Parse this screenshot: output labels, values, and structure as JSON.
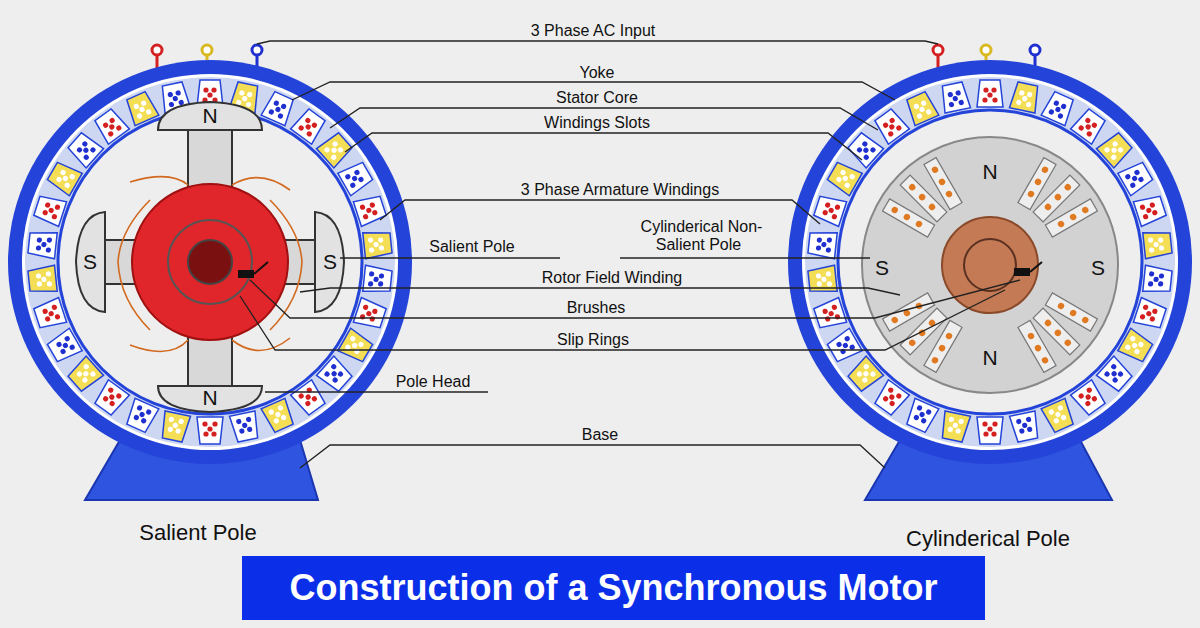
{
  "diagram": {
    "title": "Construction of a Synchronous Motor",
    "labels": [
      "3 Phase AC Input",
      "Yoke",
      "Stator Core",
      "Windings Slots",
      "3 Phase Armature Windings",
      "Salient Pole",
      "Cylinderical Non-Salient Pole",
      "Rotor Field Winding",
      "Brushes",
      "Slip Rings",
      "Pole Head",
      "Base",
      "N",
      "S",
      "S",
      "N",
      "N",
      "S",
      "S",
      "N",
      "Salient Pole",
      "Cylinderical Pole"
    ]
  }
}
